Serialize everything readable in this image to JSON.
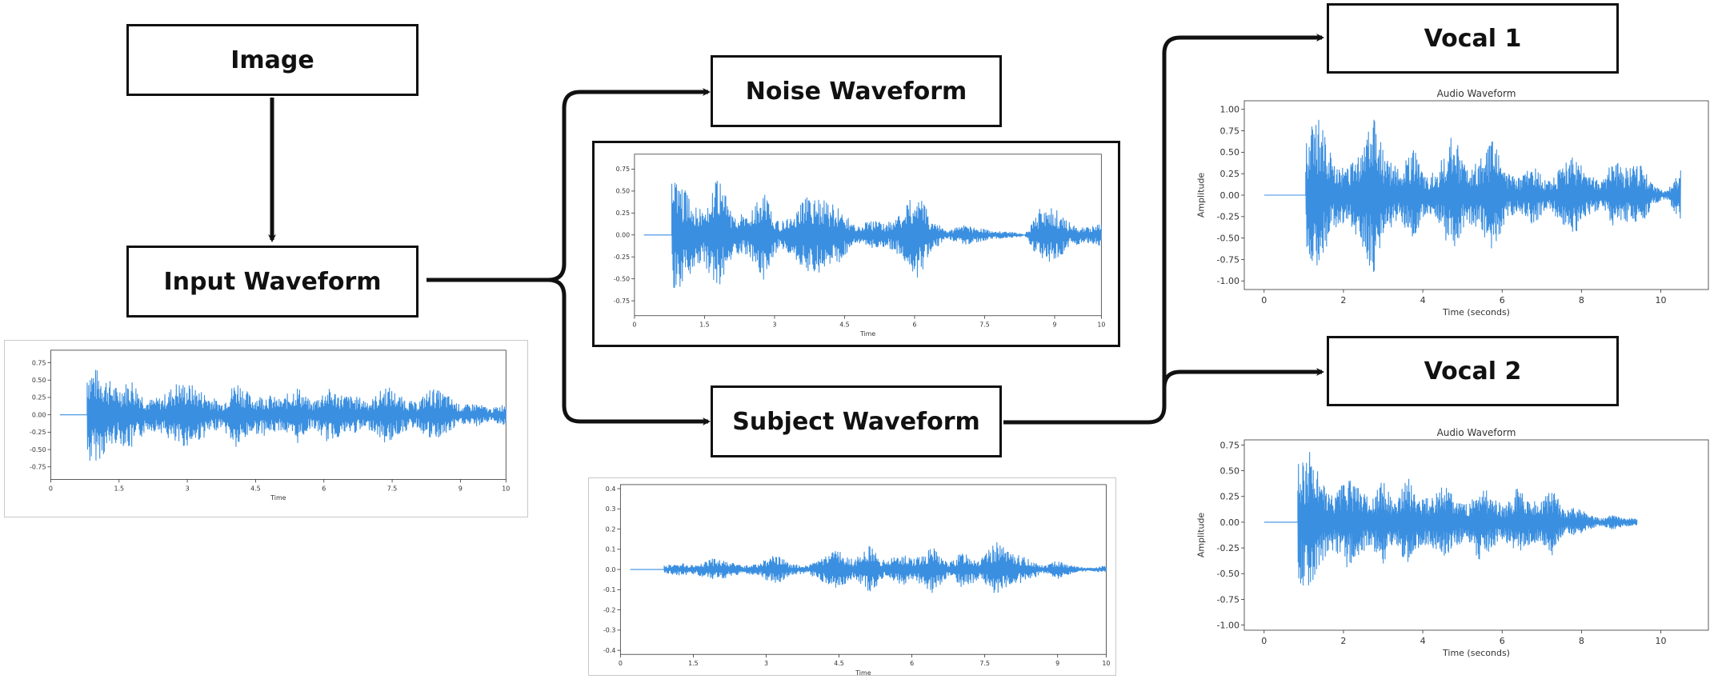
{
  "boxes": {
    "image": "Image",
    "input_waveform": "Input Waveform",
    "noise_waveform": "Noise Waveform",
    "subject_waveform": "Subject Waveform",
    "vocal_1": "Vocal 1",
    "vocal_2": "Vocal 2"
  },
  "colors": {
    "waveform": "#3b8fe0",
    "frame": "#111111",
    "arrow": "#111111"
  },
  "chart_data": [
    {
      "id": "input",
      "type": "line",
      "title": "",
      "xlabel": "Time",
      "ylabel": "",
      "x_ticks": [
        "0",
        "1.5",
        "3",
        "4.5",
        "6",
        "7.5",
        "9",
        "10"
      ],
      "x_tick_values": [
        0,
        1.5,
        3,
        4.5,
        6,
        7.5,
        9,
        10
      ],
      "y_ticks": [
        "0.75",
        "0.50",
        "0.25",
        "0.00",
        "-0.25",
        "-0.50",
        "-0.75"
      ],
      "y_tick_values": [
        0.75,
        0.5,
        0.25,
        0,
        -0.25,
        -0.5,
        -0.75
      ],
      "xlim": [
        0,
        10
      ],
      "ylim": [
        -0.93,
        0.93
      ],
      "signal_span": [
        0.8,
        10.0
      ],
      "envelope": [
        0.85,
        0.7,
        0.45,
        0.6,
        0.25,
        0.3,
        0.55,
        0.5,
        0.35,
        0.2,
        0.6,
        0.3,
        0.35,
        0.25,
        0.5,
        0.2,
        0.45,
        0.35,
        0.3,
        0.25,
        0.5,
        0.3,
        0.2,
        0.45,
        0.35,
        0.15,
        0.2,
        0.1,
        0.2
      ]
    },
    {
      "id": "noise",
      "type": "line",
      "title": "",
      "xlabel": "Time",
      "ylabel": "",
      "x_ticks": [
        "0",
        "1.5",
        "3",
        "4.5",
        "6",
        "7.5",
        "9",
        "10"
      ],
      "x_tick_values": [
        0,
        1.5,
        3,
        4.5,
        6,
        7.5,
        9,
        10
      ],
      "y_ticks": [
        "0.75",
        "0.50",
        "0.25",
        "0.00",
        "-0.25",
        "-0.50",
        "-0.75"
      ],
      "y_tick_values": [
        0.75,
        0.5,
        0.25,
        0,
        -0.25,
        -0.5,
        -0.75
      ],
      "xlim": [
        0,
        10
      ],
      "ylim": [
        -0.92,
        0.92
      ],
      "signal_span": [
        0.8,
        10.0
      ],
      "envelope": [
        0.85,
        0.55,
        0.35,
        0.75,
        0.3,
        0.25,
        0.6,
        0.15,
        0.3,
        0.55,
        0.45,
        0.35,
        0.1,
        0.2,
        0.15,
        0.3,
        0.6,
        0.2,
        0.05,
        0.15,
        0.1,
        0.05,
        0.05,
        0.0,
        0.35,
        0.35,
        0.15,
        0.1,
        0.15
      ]
    },
    {
      "id": "subject",
      "type": "line",
      "title": "",
      "xlabel": "Time",
      "ylabel": "",
      "x_ticks": [
        "0",
        "1.5",
        "3",
        "4.5",
        "6",
        "7.5",
        "9",
        "10"
      ],
      "x_tick_values": [
        0,
        1.5,
        3,
        4.5,
        6,
        7.5,
        9,
        10
      ],
      "y_ticks": [
        "0.4",
        "0.3",
        "0.2",
        "0.1",
        "0.0",
        "-0.1",
        "-0.2",
        "-0.3",
        "-0.4"
      ],
      "y_tick_values": [
        0.4,
        0.3,
        0.2,
        0.1,
        0,
        -0.1,
        -0.2,
        -0.3,
        -0.4
      ],
      "xlim": [
        0,
        10
      ],
      "ylim": [
        -0.42,
        0.42
      ],
      "signal_span": [
        0.9,
        10.0
      ],
      "envelope": [
        0.05,
        0.08,
        0.06,
        0.15,
        0.1,
        0.05,
        0.08,
        0.2,
        0.08,
        0.05,
        0.15,
        0.25,
        0.12,
        0.3,
        0.1,
        0.2,
        0.15,
        0.3,
        0.08,
        0.25,
        0.12,
        0.35,
        0.2,
        0.15,
        0.05,
        0.12,
        0.04,
        0.02,
        0.05
      ]
    },
    {
      "id": "vocal1",
      "type": "line",
      "title": "Audio Waveform",
      "xlabel": "Time (seconds)",
      "ylabel": "Amplitude",
      "x_ticks": [
        "0",
        "2",
        "4",
        "6",
        "8",
        "10"
      ],
      "x_tick_values": [
        0,
        2,
        4,
        6,
        8,
        10
      ],
      "y_ticks": [
        "1.00",
        "0.75",
        "0.50",
        "0.25",
        "0.00",
        "-0.25",
        "-0.50",
        "-0.75",
        "-1.00"
      ],
      "y_tick_values": [
        1,
        0.75,
        0.5,
        0.25,
        0,
        -0.25,
        -0.5,
        -0.75,
        -1
      ],
      "xlim": [
        -0.5,
        11.2
      ],
      "ylim": [
        -1.1,
        1.1
      ],
      "signal_span": [
        1.05,
        10.5
      ],
      "envelope": [
        0.7,
        0.85,
        0.4,
        0.3,
        0.5,
        0.95,
        0.4,
        0.3,
        0.55,
        0.2,
        0.35,
        0.7,
        0.3,
        0.4,
        0.65,
        0.25,
        0.2,
        0.35,
        0.15,
        0.3,
        0.45,
        0.25,
        0.15,
        0.4,
        0.3,
        0.35,
        0.1,
        0.05,
        0.3
      ]
    },
    {
      "id": "vocal2",
      "type": "line",
      "title": "Audio Waveform",
      "xlabel": "Time (seconds)",
      "ylabel": "Amplitude",
      "x_ticks": [
        "0",
        "2",
        "4",
        "6",
        "8",
        "10"
      ],
      "x_tick_values": [
        0,
        2,
        4,
        6,
        8,
        10
      ],
      "y_ticks": [
        "0.75",
        "0.50",
        "0.25",
        "0.00",
        "-0.25",
        "-0.50",
        "-0.75",
        "-1.00"
      ],
      "y_tick_values": [
        0.75,
        0.5,
        0.25,
        0,
        -0.25,
        -0.5,
        -0.75,
        -1
      ],
      "xlim": [
        -0.5,
        11.2
      ],
      "ylim": [
        -1.05,
        0.8
      ],
      "signal_span": [
        0.85,
        9.4
      ],
      "envelope": [
        0.75,
        0.95,
        0.5,
        0.35,
        0.6,
        0.45,
        0.3,
        0.55,
        0.25,
        0.6,
        0.35,
        0.3,
        0.5,
        0.3,
        0.25,
        0.5,
        0.35,
        0.2,
        0.45,
        0.3,
        0.25,
        0.45,
        0.15,
        0.2,
        0.1,
        0.05,
        0.1,
        0.05,
        0.05
      ]
    }
  ]
}
